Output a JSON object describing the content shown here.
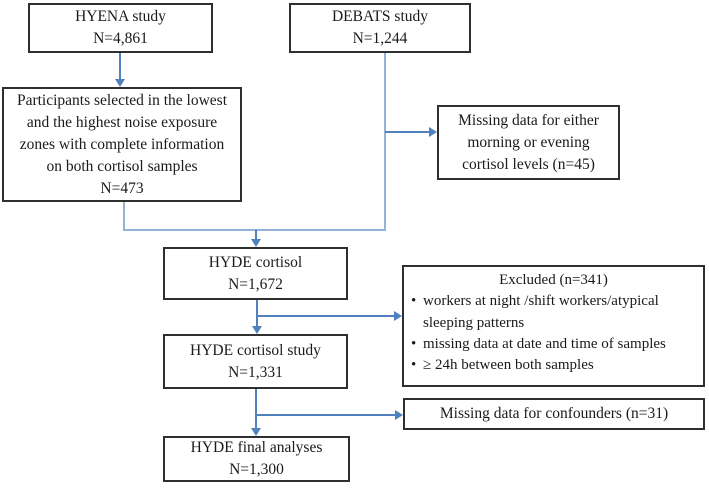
{
  "colors": {
    "arrow_blue": "#4f81bd",
    "merge_line_blue": "#95b3d7",
    "box_border": "#2f2f2f",
    "text": "#1a1a1a",
    "background": "#ffffff"
  },
  "boxes": {
    "hyena": {
      "lines": [
        "HYENA study",
        "N=4,861"
      ]
    },
    "debats": {
      "lines": [
        "DEBATS study",
        "N=1,244"
      ]
    },
    "selected": {
      "lines": [
        "Participants selected in the lowest",
        "and the highest noise exposure",
        "zones with complete information",
        "on both cortisol samples",
        "N=473"
      ]
    },
    "missing_cortisol": {
      "lines": [
        "Missing data for either",
        "morning or evening",
        "cortisol levels (n=45)"
      ]
    },
    "hyde_cortisol": {
      "lines": [
        "HYDE cortisol",
        "N=1,672"
      ]
    },
    "excluded": {
      "title": "Excluded (n=341)",
      "bullets": [
        "workers at night /shift workers/atypical sleeping patterns",
        "missing data at date and time of samples",
        "≥ 24h between both samples"
      ]
    },
    "hyde_cortisol_study": {
      "lines": [
        "HYDE cortisol study",
        "N=1,331"
      ]
    },
    "missing_confounders": {
      "lines": [
        "Missing data for confounders (n=31)"
      ]
    },
    "hyde_final": {
      "lines": [
        "HYDE final analyses",
        "N=1,300"
      ]
    }
  }
}
